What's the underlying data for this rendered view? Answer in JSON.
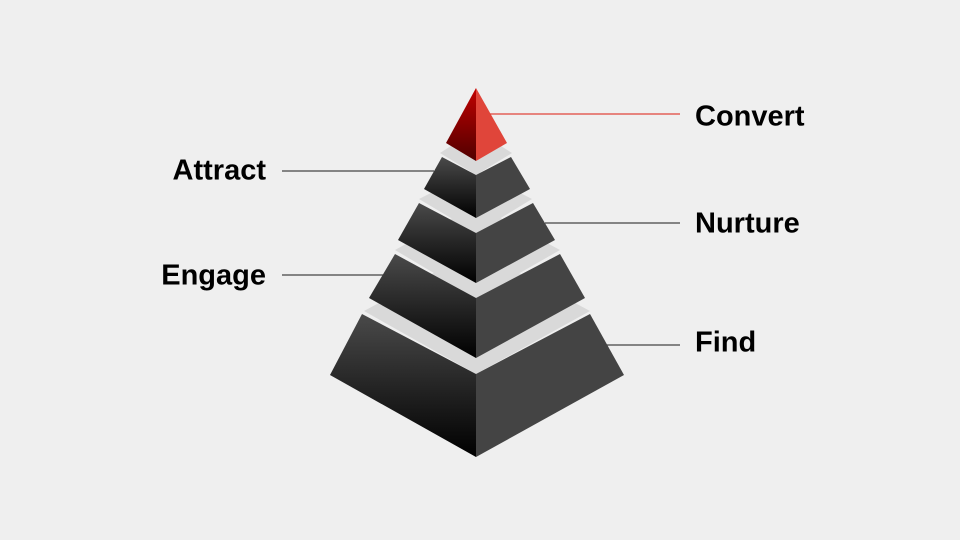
{
  "labels": {
    "convert": "Convert",
    "attract": "Attract",
    "nurture": "Nurture",
    "engage": "Engage",
    "find": "Find"
  },
  "colors": {
    "background": "#efefef",
    "accent": "#e0453a",
    "accent_dark": "#c00000",
    "tier_dark": "#444444",
    "tier_top": "#d9d9d9",
    "line": "#444444"
  }
}
